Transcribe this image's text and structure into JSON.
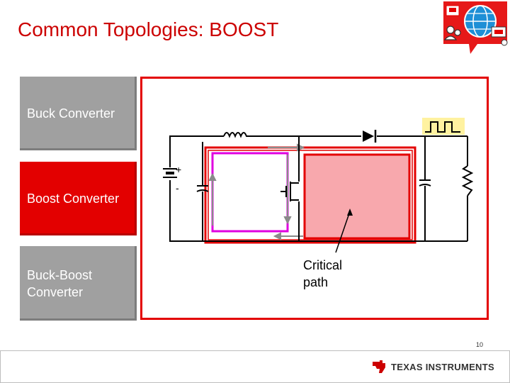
{
  "slide": {
    "title": "Common Topologies: BOOST",
    "page_number": "10"
  },
  "nav": {
    "items": [
      {
        "label": "Buck Converter",
        "state": "inactive",
        "color": "#a0a0a0"
      },
      {
        "label": "Boost Converter",
        "state": "active",
        "color": "#e30000"
      },
      {
        "label": "Buck-Boost Converter",
        "state": "inactive",
        "color": "#a0a0a0"
      }
    ]
  },
  "diagram": {
    "annotation": "Critical path",
    "accent_color": "#e30000",
    "loop_color": "#e000e0",
    "highlight_color": "#f8a8ad",
    "battery_plus": "+",
    "battery_minus": "-"
  },
  "footer": {
    "brand": "TEXAS INSTRUMENTS",
    "logo_icon": "ti-logo-icon"
  },
  "header_icons": [
    "tools-icon",
    "globe-icon",
    "people-icon",
    "presentation-icon"
  ]
}
